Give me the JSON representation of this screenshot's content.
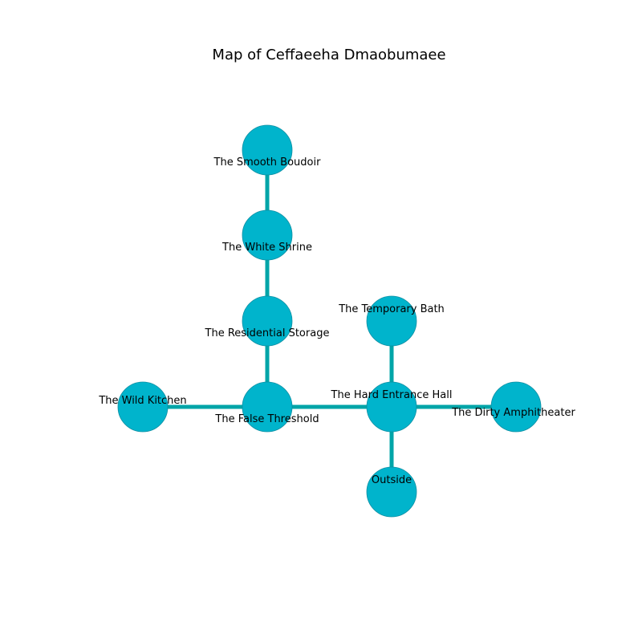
{
  "title": "Map of Ceffaeeha Dmaobumaee",
  "colors": {
    "node": "#00b4cc",
    "edge": "#00a5a8"
  },
  "rooms": [
    {
      "id": "smooth_boudoir",
      "label": "The Smooth Boudoir"
    },
    {
      "id": "white_shrine",
      "label": "The White Shrine"
    },
    {
      "id": "residential",
      "label": "The Residential Storage"
    },
    {
      "id": "temporary_bath",
      "label": "The Temporary Bath"
    },
    {
      "id": "wild_kitchen",
      "label": "The Wild Kitchen"
    },
    {
      "id": "false_threshold",
      "label": "The False Threshold"
    },
    {
      "id": "entrance_hall",
      "label": "The Hard Entrance Hall"
    },
    {
      "id": "amphitheater",
      "label": "The Dirty Amphitheater"
    },
    {
      "id": "outside",
      "label": "Outside"
    }
  ],
  "connections": [
    [
      "smooth_boudoir",
      "white_shrine"
    ],
    [
      "white_shrine",
      "residential"
    ],
    [
      "residential",
      "false_threshold"
    ],
    [
      "wild_kitchen",
      "false_threshold"
    ],
    [
      "false_threshold",
      "entrance_hall"
    ],
    [
      "entrance_hall",
      "temporary_bath"
    ],
    [
      "entrance_hall",
      "amphitheater"
    ],
    [
      "entrance_hall",
      "outside"
    ]
  ]
}
